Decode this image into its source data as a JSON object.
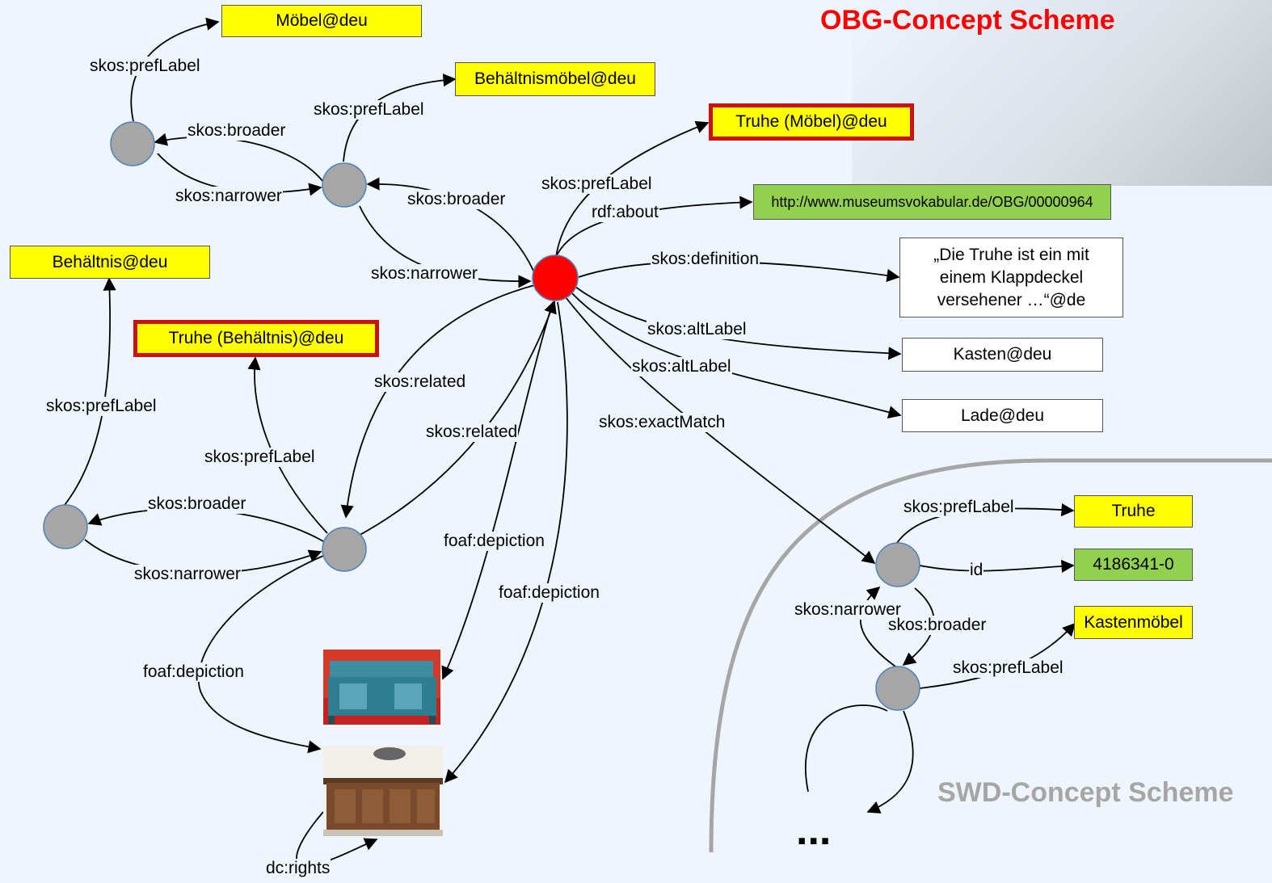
{
  "titles": {
    "obg": "OBG-Concept Scheme",
    "swd": "SWD-Concept Scheme",
    "ellipsis": "..."
  },
  "colors": {
    "literal_fill": "#ffff00",
    "uri_fill": "#92d050",
    "selected_border": "#cc1111",
    "focus_node": "#ff0000",
    "node_fill": "#a6a6a6",
    "node_stroke": "#4f81bd",
    "obg_title": "#ff0000",
    "swd_title": "#a6a6a6"
  },
  "boxes": {
    "moebel": "Möbel@deu",
    "behaeltnismoebel": "Behältnismöbel@deu",
    "truhe_moebel": "Truhe (Möbel)@deu",
    "uri": "http://www.museumsvokabular.de/OBG/00000964",
    "behaeltnis": "Behältnis@deu",
    "truhe_behaeltnis": "Truhe (Behältnis)@deu",
    "definition": "„Die Truhe ist ein mit einem Klappdeckel versehener …“@de",
    "kasten": "Kasten@deu",
    "lade": "Lade@deu",
    "truhe": "Truhe",
    "id_value": "4186341-0",
    "kastenmoebel": "Kastenmöbel"
  },
  "edge_labels": {
    "pref_moebel": "skos:prefLabel",
    "broader_1": "skos:broader",
    "narrower_1": "skos:narrower",
    "pref_behaeltnismoebel": "skos:prefLabel",
    "broader_2": "skos:broader",
    "narrower_2": "skos:narrower",
    "pref_truhe_moebel": "skos:prefLabel",
    "rdf_about": "rdf:about",
    "definition": "skos:definition",
    "alt_1": "skos:altLabel",
    "alt_2": "skos:altLabel",
    "exact_match": "skos:exactMatch",
    "related_1": "skos:related",
    "related_2": "skos:related",
    "pref_behaeltnis": "skos:prefLabel",
    "pref_truhe_behaeltnis": "skos:prefLabel",
    "broader_3": "skos:broader",
    "narrower_3": "skos:narrower",
    "depiction_1": "foaf:depiction",
    "depiction_2": "foaf:depiction",
    "depiction_3": "foaf:depiction",
    "dc_rights": "dc:rights",
    "swd_pref": "skos:prefLabel",
    "swd_id": "id",
    "swd_narrower": "skos:narrower",
    "swd_broader": "skos:broader",
    "swd_pref_2": "skos:prefLabel"
  },
  "images": {
    "chest_blue": "painted-chest-photo",
    "chest_wood": "wooden-chest-photo"
  }
}
